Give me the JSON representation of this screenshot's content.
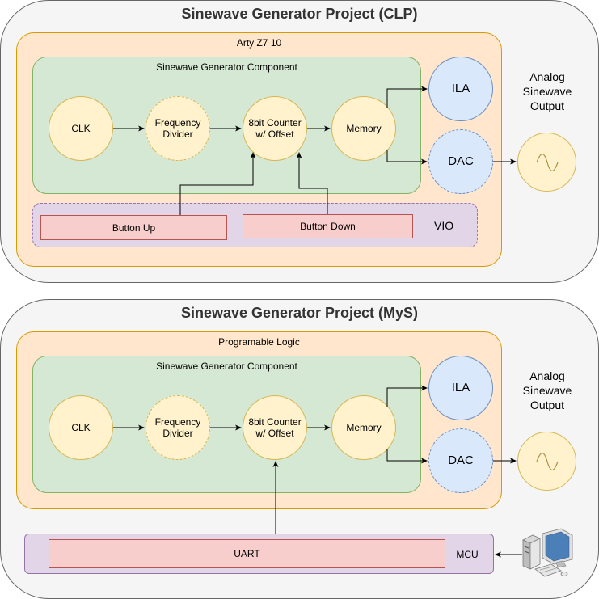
{
  "clp": {
    "title": "Sinewave Generator Project (CLP)",
    "board_label": "Arty Z7 10",
    "component_label": "Sinewave Generator Component",
    "nodes": {
      "clk": "CLK",
      "freq_divider": [
        "Frequency",
        "Divider"
      ],
      "counter": [
        "8bit Counter",
        "w/ Offset"
      ],
      "memory": "Memory",
      "ila": "ILA",
      "dac": "DAC"
    },
    "vio_label": "VIO",
    "button_up": "Button Up",
    "button_down": "Button Down",
    "output_label": [
      "Analog",
      "Sinewave",
      "Output"
    ]
  },
  "mys": {
    "title": "Sinewave Generator Project (MyS)",
    "board_label": "Programable Logic",
    "component_label": "Sinewave Generator Component",
    "nodes": {
      "clk": "CLK",
      "freq_divider": [
        "Frequency",
        "Divider"
      ],
      "counter": [
        "8bit Counter",
        "w/ Offset"
      ],
      "memory": "Memory",
      "ila": "ILA",
      "dac": "DAC"
    },
    "uart_label": "UART",
    "mcu_label": "MCU",
    "output_label": [
      "Analog",
      "Sinewave",
      "Output"
    ]
  },
  "icons": [
    "sine-wave-icon",
    "computer-icon"
  ]
}
